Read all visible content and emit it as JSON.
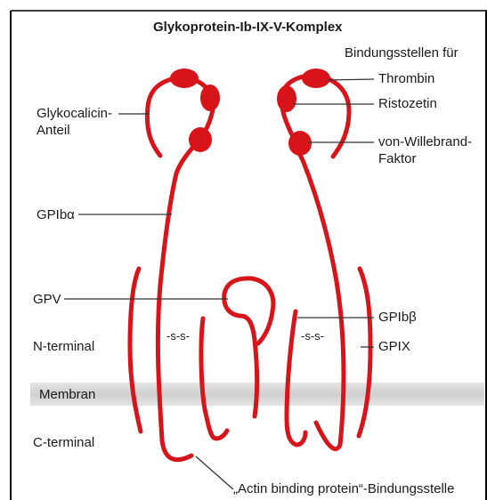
{
  "title": "Glykoprotein-Ib-IX-V-Komplex",
  "labels": {
    "binding_sites": "Bindungsstellen für",
    "thrombin": "Thrombin",
    "ristocetin": "Ristozetin",
    "vwf_line1": "von-Willebrand-",
    "vwf_line2": "Faktor",
    "glycocalicin_line1": "Glykocalicin-",
    "glycocalicin_line2": "Anteil",
    "gpib_alpha": "GPIbα",
    "gpv": "GPV",
    "gpib_beta": "GPIbβ",
    "n_terminal": "N-terminal",
    "gpix": "GPIX",
    "membrane": "Membran",
    "c_terminal": "C-terminal",
    "actin_binding": "„Actin binding protein“-Bindungsstelle",
    "disulfide_left": "-s-s-",
    "disulfide_right": "-s-s-"
  },
  "colors": {
    "protein": "#d8141b",
    "leader": "#333333",
    "membrane": "#d6d6d6",
    "frame": "#000000"
  }
}
